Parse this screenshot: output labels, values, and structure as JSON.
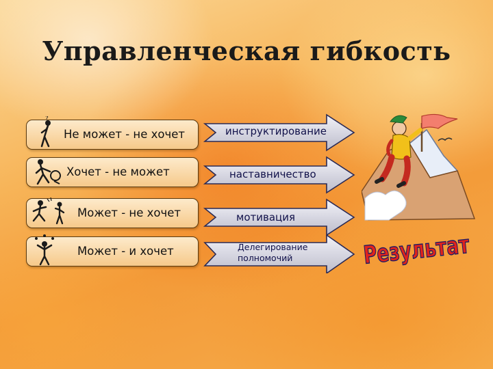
{
  "slide": {
    "title": "Управленческая гибкость",
    "rows": [
      {
        "condition": "Не может - не хочет",
        "action": "инструктирование",
        "figure_icon": "thinking-stick-figure-icon"
      },
      {
        "condition": "Хочет - не может",
        "action": "наставничество",
        "figure_icon": "pushing-stick-figure-icon"
      },
      {
        "condition": "Может - не хочет",
        "action": "мотивация",
        "figure_icon": "running-stick-figures-icon"
      },
      {
        "condition": "Может - и хочет",
        "action": "Делегирование полномочий",
        "figure_icon": "juggling-stick-figure-icon"
      }
    ],
    "result_label": "Результат",
    "colors": {
      "title": "#1a1a1a",
      "box_border": "#5a3a10",
      "arrow_fill": "#d8d8e2",
      "arrow_text": "#11114a",
      "result_fill": "#e0231c",
      "result_outline": "#1a1a66"
    }
  }
}
